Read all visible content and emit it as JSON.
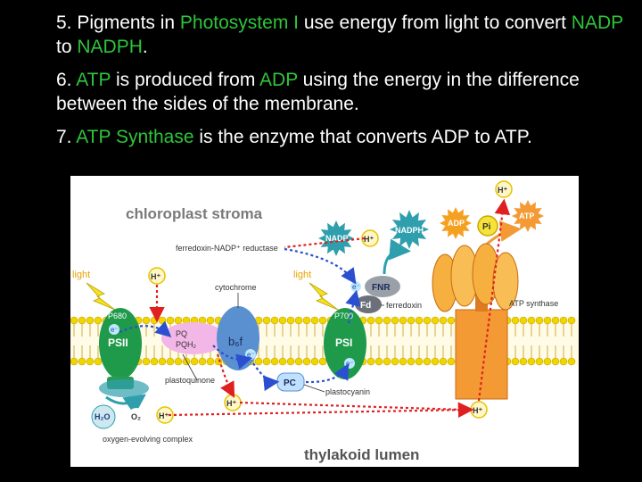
{
  "bullets": [
    {
      "num": "5.",
      "parts": [
        {
          "text": "Pigments in ",
          "hl": false
        },
        {
          "text": "Photosystem I",
          "hl": true
        },
        {
          "text": " use energy from light to convert ",
          "hl": false
        },
        {
          "text": "NADP",
          "hl": true
        },
        {
          "text": " to ",
          "hl": false
        },
        {
          "text": "NADPH",
          "hl": true
        },
        {
          "text": ".",
          "hl": false
        }
      ]
    },
    {
      "num": "6.",
      "parts": [
        {
          "text": "ATP",
          "hl": true
        },
        {
          "text": " is produced from ",
          "hl": false
        },
        {
          "text": "ADP",
          "hl": true
        },
        {
          "text": " using the energy in the difference between the sides of the membrane.",
          "hl": false
        }
      ]
    },
    {
      "num": "7.",
      "parts": [
        {
          "text": "ATP Synthase",
          "hl": true
        },
        {
          "text": " is the enzyme that converts ADP to ATP.",
          "hl": false
        }
      ]
    }
  ],
  "diagram": {
    "stroma_label": "chloroplast stroma",
    "lumen_label": "thylakoid lumen",
    "light_label": "light",
    "light_label_2": "light",
    "fnr_full": "ferredoxin-NADP⁺ reductase",
    "cytochrome": "cytochrome",
    "ferredoxin": "ferredoxin",
    "atp_synthase": "ATP synthase",
    "plastoquinone": "plastoquinone",
    "plastocyanin": "plastocyanin",
    "oec": "oxygen-evolving complex",
    "ps680": "P680",
    "ps2": "PSII",
    "p700": "P700",
    "ps1": "PSI",
    "pq": "PQ",
    "pqh2": "PQH₂",
    "b6f": "b₆f",
    "pc": "PC",
    "fnr": "FNR",
    "fd": "Fd",
    "nadp": "NADP",
    "nadph": "NADPH",
    "adp": "ADP",
    "pi": "Pi",
    "atp": "ATP",
    "h_plus": "H⁺",
    "e_minus": "e⁻",
    "water": "H₂O",
    "oxygen": "O₂",
    "colors": {
      "green": "#2fc43a",
      "protein_green": "#1f9a4a",
      "protein_blue": "#5a8fd0",
      "pink": "#f2b7e6",
      "orange": "#f39a34",
      "red_arrow": "#e02020",
      "blue_arrow": "#2a4fd0",
      "teal": "#2f9fae"
    }
  }
}
